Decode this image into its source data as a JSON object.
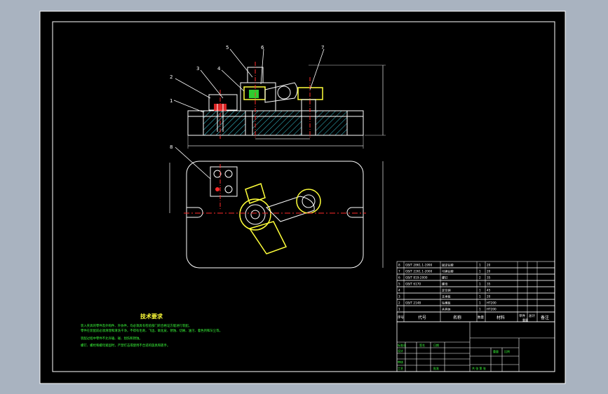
{
  "colors": {
    "background": "#a9b3c0",
    "sheet": "#000000",
    "frame": "#ffffff",
    "part_line": "#ffffff",
    "hatch": "#3bd0e0",
    "centerline": "#ff2a2a",
    "highlight": "#ffff3a",
    "leader": "#ffffff",
    "text_green": "#3bff3b",
    "text_yellow": "#ffff3a",
    "dim_line": "#d0d0d0"
  },
  "balloons": {
    "b1": "1",
    "b2": "2",
    "b3": "3",
    "b4": "4",
    "b5": "5",
    "b6": "6",
    "b7": "7",
    "b8": "8"
  },
  "tech_requirements": {
    "title": "技术要求",
    "lines": [
      "装入夹具的零件及外购件、外协件，均必须具有检验部门的合格证方能进行装配。",
      "零件在装配前必须清理和清洗干净，不得有毛刺、飞边、氧化皮、锈蚀、切屑、油污、着色剂和灰尘等。",
      "装配过程中零件不允许磕、碰、划伤和锈蚀。",
      "螺钉、螺栓和螺母紧固时，严禁打击或使用不合适的旋具和扳手。"
    ]
  },
  "title_block": {
    "col_seq": "序号",
    "col_code": "代号",
    "col_name": "名称",
    "col_qty": "数量",
    "col_material": "材料",
    "col_unit_weight": "单件",
    "col_total_weight": "总计",
    "col_weight": "重量",
    "col_remark": "备注",
    "scale_label": "比例",
    "sheet_label": "共 张 第 张",
    "weight_label": "重量",
    "process_label": "工艺",
    "approve_label": "批准",
    "design_label": "设计",
    "check_label": "审核",
    "standard_label": "标准化",
    "date_label": "日期",
    "sign_label": "签名",
    "bom_rows": [
      {
        "seq": "8",
        "code": "GB/T 2861.1-1990",
        "name": "固定钻套",
        "qty": "1",
        "material": "20"
      },
      {
        "seq": "7",
        "code": "GB/T 2261.1-2000",
        "name": "可换钻套",
        "qty": "1",
        "material": "20"
      },
      {
        "seq": "6",
        "code": "GB/T 819-2000",
        "name": "螺钉",
        "qty": "2",
        "material": "35"
      },
      {
        "seq": "5",
        "code": "GB/T 6170",
        "name": "螺母",
        "qty": "1",
        "material": "35"
      },
      {
        "seq": "4",
        "code": "",
        "name": "定位销",
        "qty": "1",
        "material": "45"
      },
      {
        "seq": "3",
        "code": "",
        "name": "支承板",
        "qty": "1",
        "material": "20"
      },
      {
        "seq": "2",
        "code": "GB/T 2148",
        "name": "钻模板",
        "qty": "1",
        "material": "HT200"
      },
      {
        "seq": "1",
        "code": "",
        "name": "夹具体",
        "qty": "1",
        "material": "HT200"
      }
    ]
  }
}
